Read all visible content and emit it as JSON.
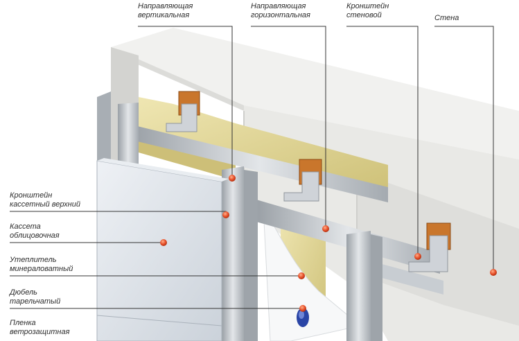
{
  "labels": {
    "vertical_rail": [
      "Направляющая",
      "вертикальная"
    ],
    "horizontal_rail": [
      "Направляющая",
      "горизонтальная"
    ],
    "wall_bracket": [
      "Кронштейн",
      "стеновой"
    ],
    "wall": [
      "Стена"
    ],
    "cassette_bracket": [
      "Кронштейн",
      "кассетный верхний"
    ],
    "cassette": [
      "Кассета",
      "облицовочная"
    ],
    "insulation": [
      "Утеплитель",
      "минераловатный"
    ],
    "dowel": [
      "Дюбель",
      "тарельчатый"
    ],
    "membrane": [
      "Пленка",
      "ветрозащитная"
    ]
  },
  "colors": {
    "leader_line": "#333333",
    "marker_fill": "#e8502a",
    "wall_light": "#eeeeec",
    "wall_shade": "#cfcfcc",
    "insulation": "#e2d79a",
    "metal": "#b9bec4",
    "bracket_pad": "#c9762c",
    "panel": "#dde3ea",
    "dowel": "#2a45a6"
  }
}
